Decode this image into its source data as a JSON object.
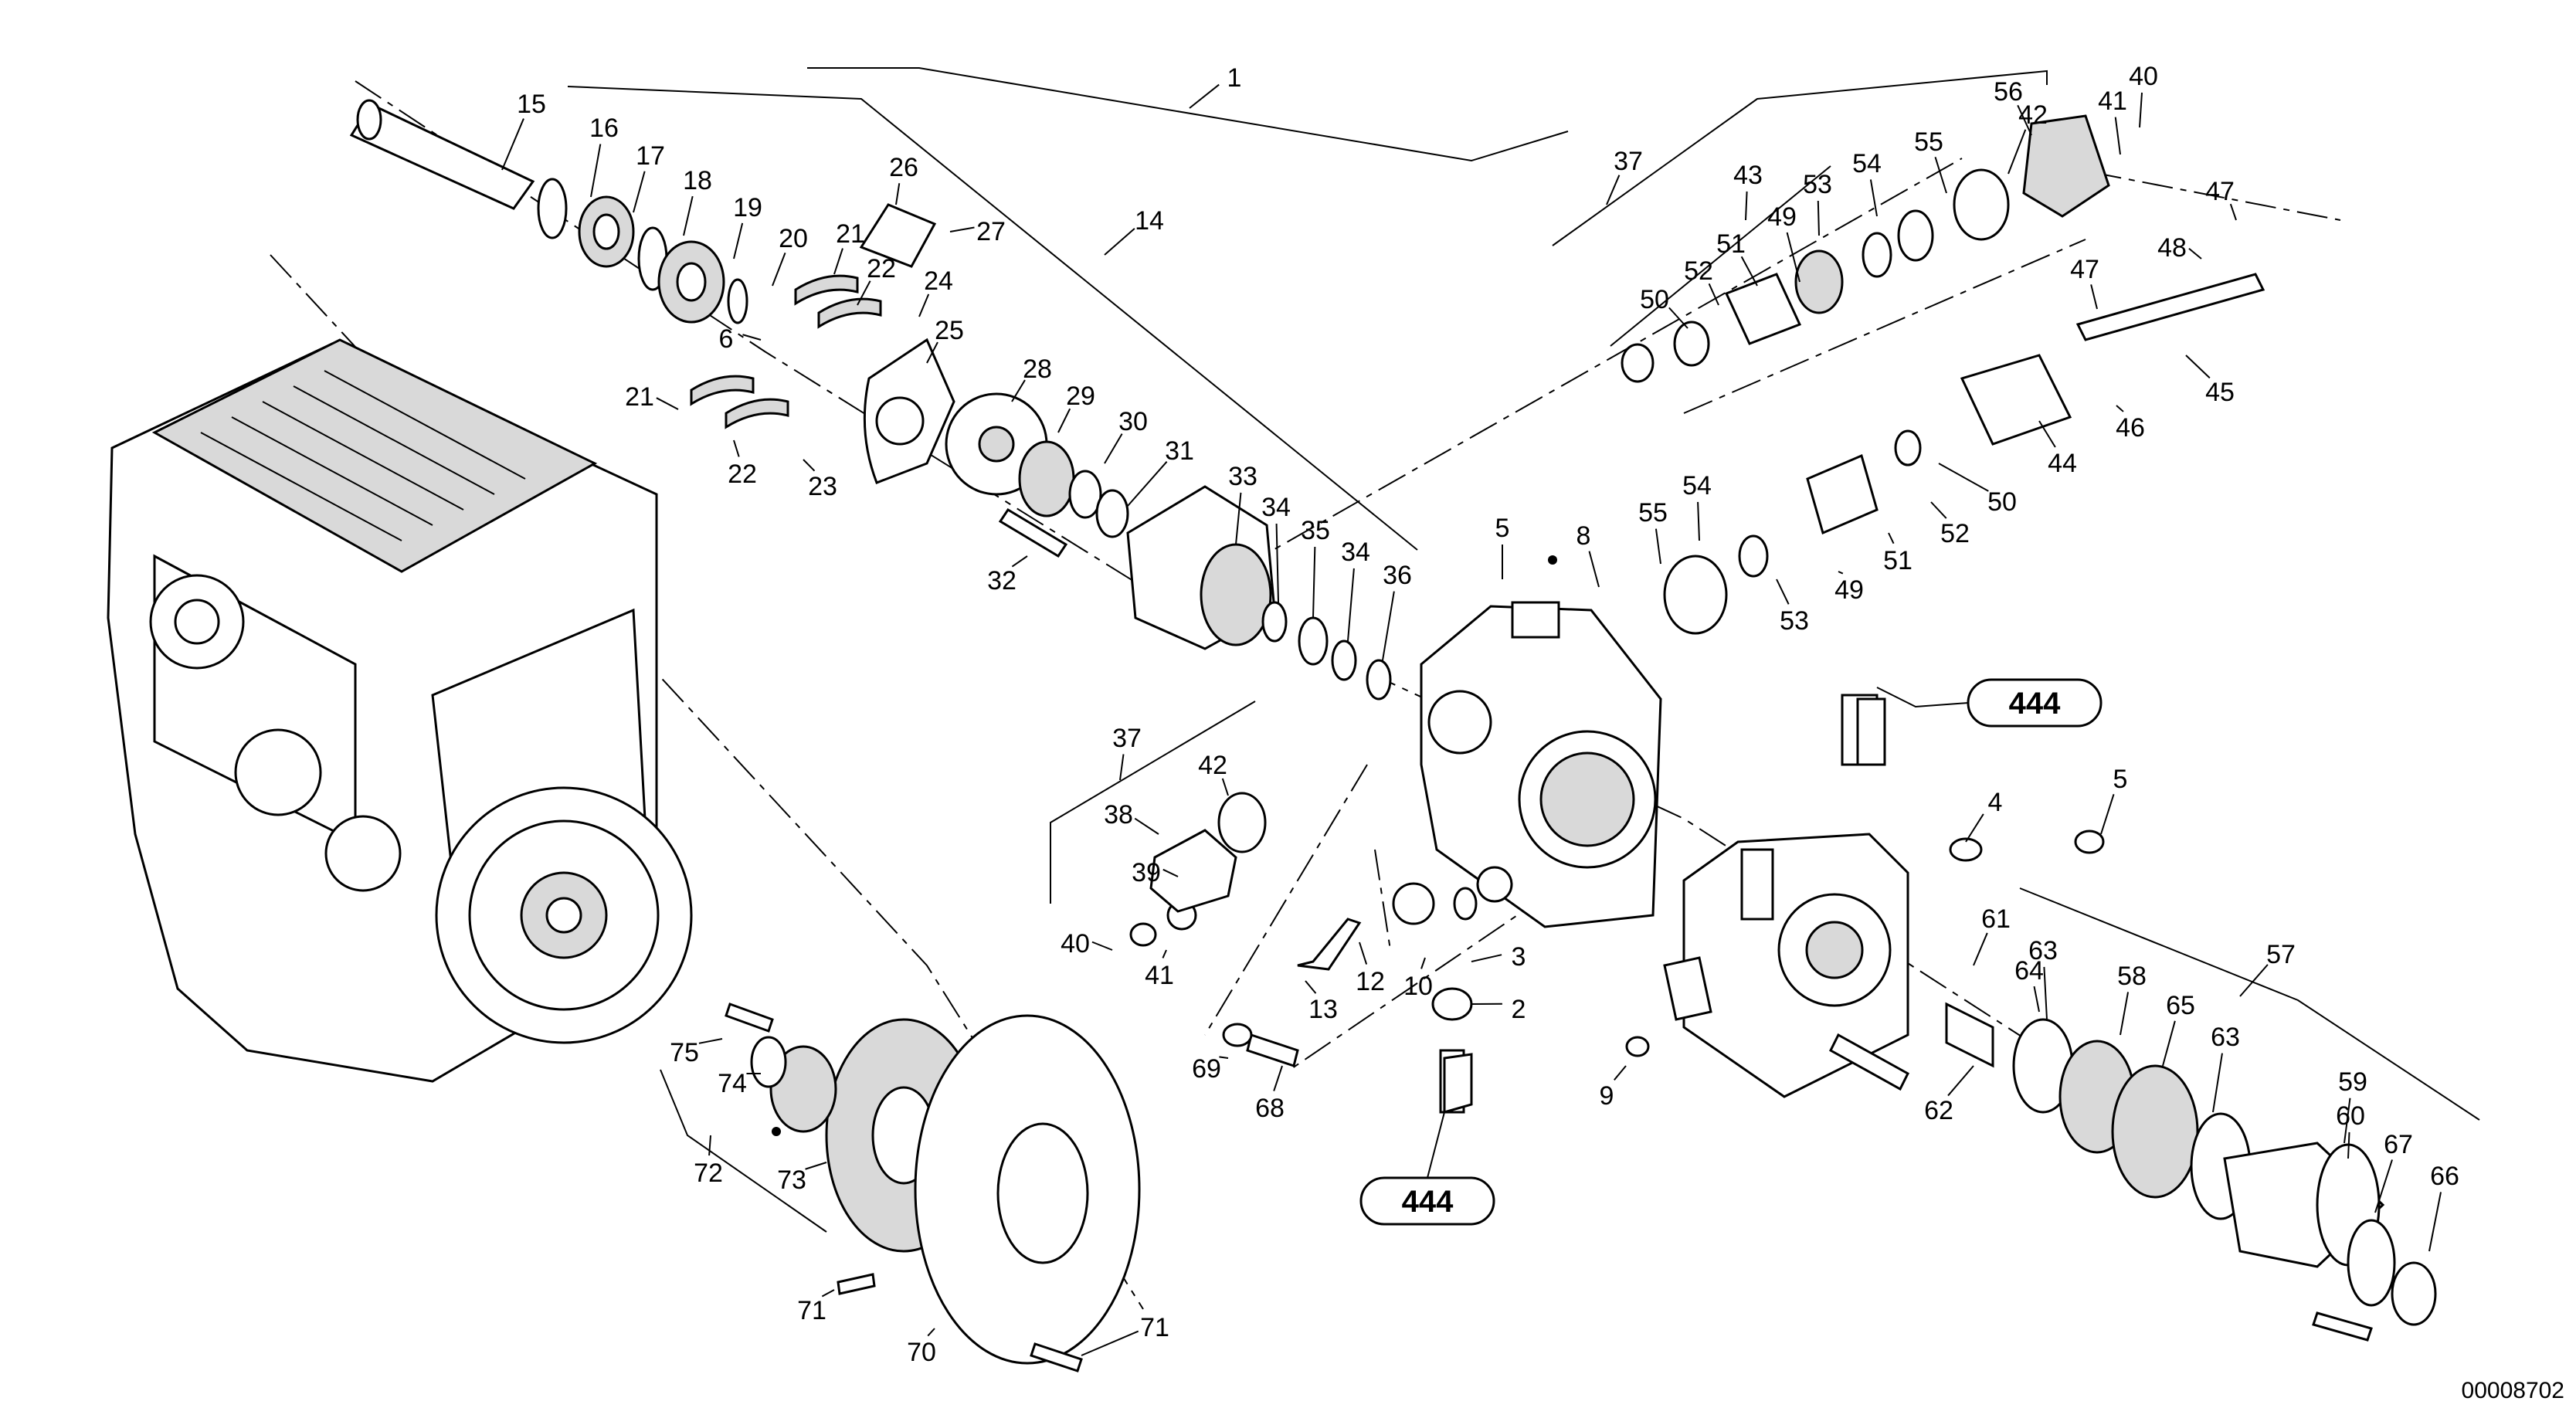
{
  "diagram": {
    "document_id": "00008702",
    "reference_badges": [
      "444",
      "444"
    ],
    "callouts": [
      "1",
      "2",
      "3",
      "4",
      "5",
      "5",
      "6",
      "8",
      "9",
      "10",
      "12",
      "13",
      "14",
      "15",
      "16",
      "17",
      "18",
      "19",
      "20",
      "21",
      "21",
      "22",
      "22",
      "23",
      "24",
      "25",
      "26",
      "27",
      "28",
      "29",
      "30",
      "31",
      "32",
      "33",
      "34",
      "34",
      "35",
      "36",
      "37",
      "37",
      "38",
      "39",
      "40",
      "40",
      "41",
      "41",
      "42",
      "42",
      "43",
      "44",
      "45",
      "46",
      "47",
      "47",
      "48",
      "49",
      "49",
      "50",
      "50",
      "51",
      "51",
      "52",
      "52",
      "53",
      "53",
      "54",
      "54",
      "55",
      "55",
      "56",
      "57",
      "58",
      "59",
      "60",
      "61",
      "62",
      "63",
      "63",
      "64",
      "65",
      "66",
      "67",
      "68",
      "69",
      "70",
      "71",
      "71",
      "72",
      "73",
      "74",
      "75"
    ]
  }
}
